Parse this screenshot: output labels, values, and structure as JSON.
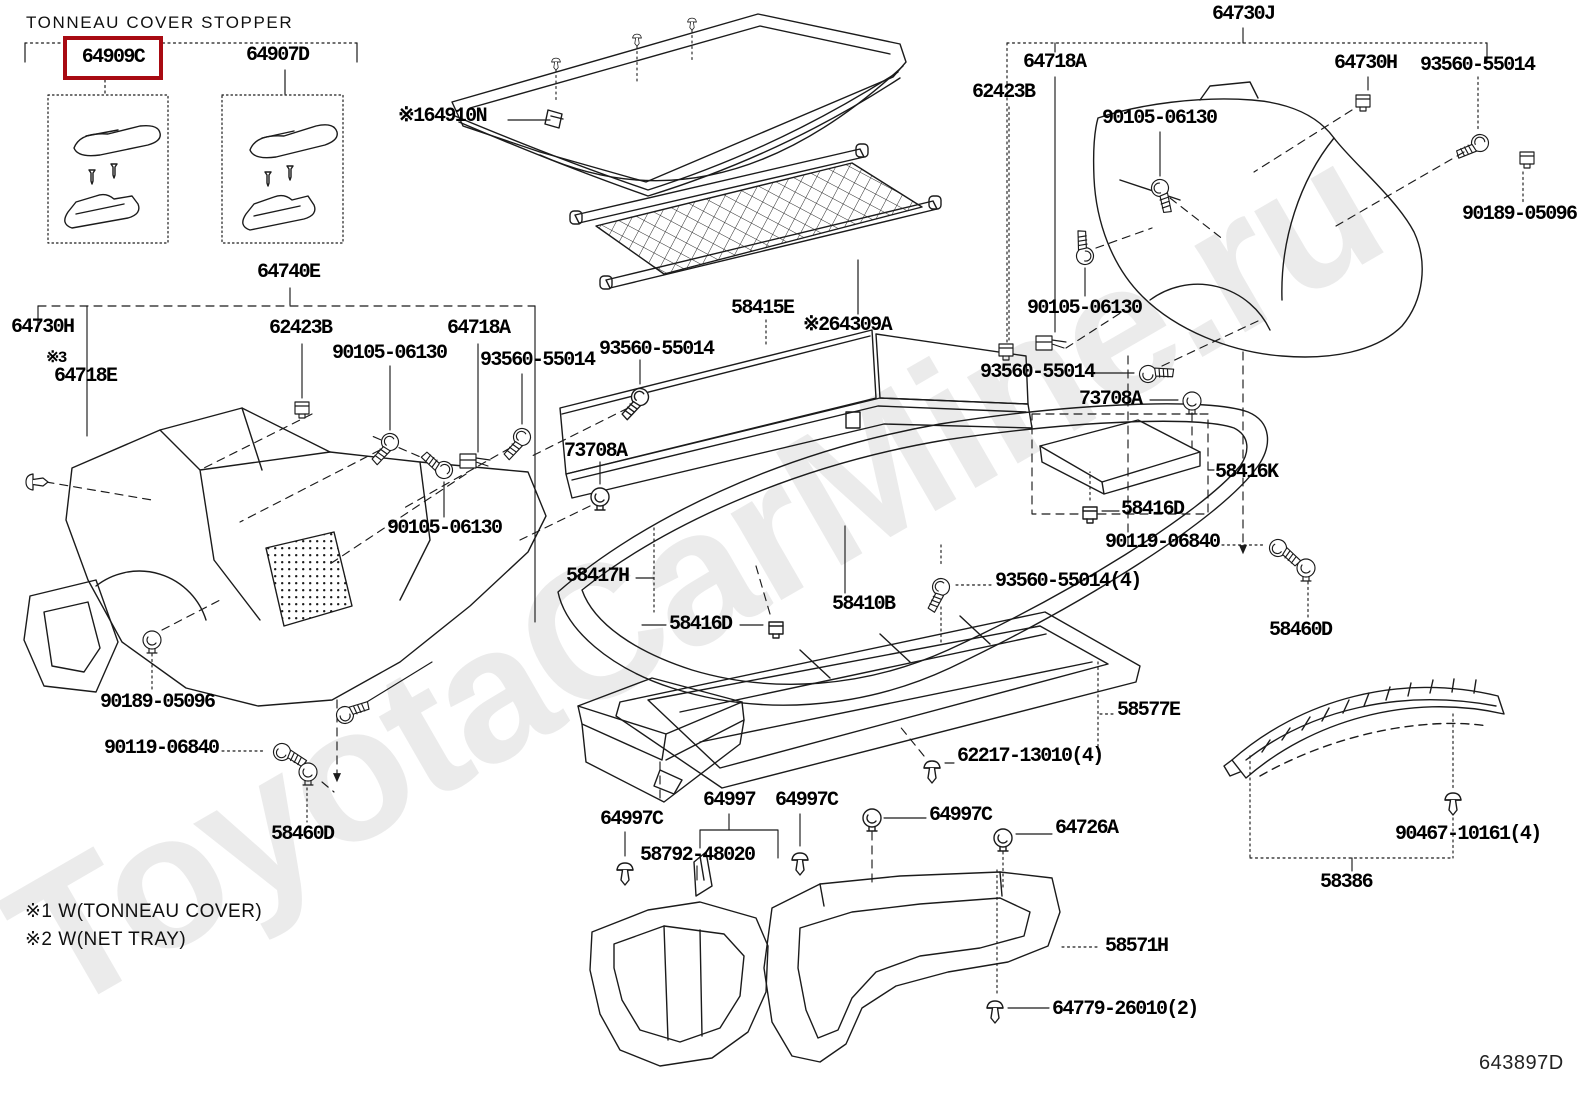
{
  "page": {
    "title": "TONNEAU COVER STOPPER",
    "diagram_code": "643897D",
    "watermark": "ToyotaCarMine.ru"
  },
  "highlight": {
    "part": "64909C",
    "box_color": "#a80a12"
  },
  "notes": [
    {
      "text": "※1 W(TONNEAU COVER)"
    },
    {
      "text": "※2 W(NET TRAY)"
    }
  ],
  "labels": [
    {
      "text": "64909C"
    },
    {
      "text": "64907D"
    },
    {
      "text": "64740E"
    },
    {
      "text": "64730H"
    },
    {
      "text": "※3"
    },
    {
      "text": "64718E"
    },
    {
      "text": "62423B"
    },
    {
      "text": "90105-06130"
    },
    {
      "text": "64718A"
    },
    {
      "text": "93560-55014"
    },
    {
      "text": "90105-06130"
    },
    {
      "text": "90189-05096"
    },
    {
      "text": "90119-06840"
    },
    {
      "text": "58460D"
    },
    {
      "text": "※164910N"
    },
    {
      "text": "※264309A"
    },
    {
      "text": "58415E"
    },
    {
      "text": "93560-55014"
    },
    {
      "text": "73708A"
    },
    {
      "text": "58417H"
    },
    {
      "text": "58416D"
    },
    {
      "text": "58410B"
    },
    {
      "text": "64730J"
    },
    {
      "text": "64718A"
    },
    {
      "text": "62423B"
    },
    {
      "text": "90105-06130"
    },
    {
      "text": "64730H"
    },
    {
      "text": "93560-55014"
    },
    {
      "text": "90189-05096"
    },
    {
      "text": "90105-06130"
    },
    {
      "text": "93560-55014"
    },
    {
      "text": "73708A"
    },
    {
      "text": "58416K"
    },
    {
      "text": "58416D"
    },
    {
      "text": "90119-06840"
    },
    {
      "text": "93560-55014(4)"
    },
    {
      "text": "58460D"
    },
    {
      "text": "58577E"
    },
    {
      "text": "62217-13010(4)"
    },
    {
      "text": "64997"
    },
    {
      "text": "64997C"
    },
    {
      "text": "64997C"
    },
    {
      "text": "64997C"
    },
    {
      "text": "58792-48020"
    },
    {
      "text": "64726A"
    },
    {
      "text": "90467-10161(4)"
    },
    {
      "text": "58386"
    },
    {
      "text": "58571H"
    },
    {
      "text": "64779-26010(2)"
    }
  ]
}
